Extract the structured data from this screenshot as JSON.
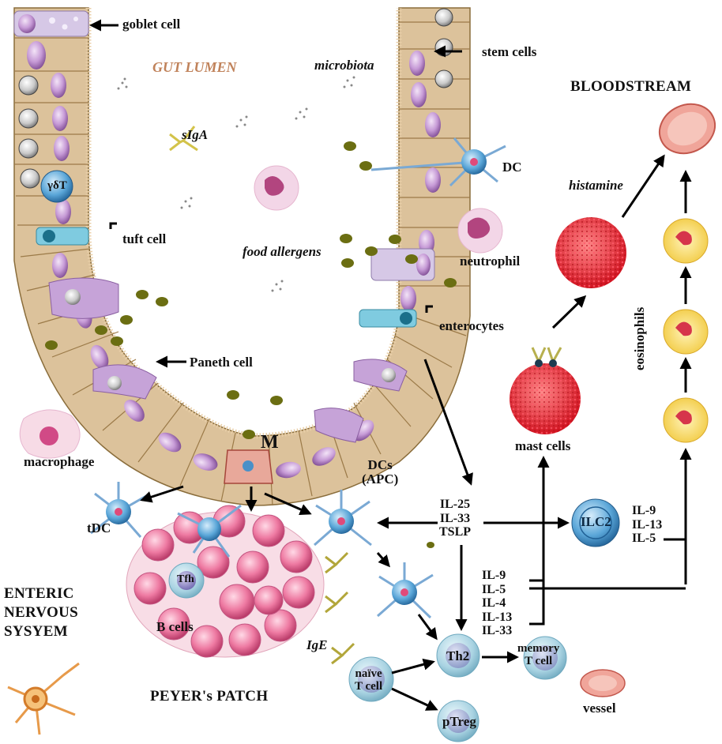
{
  "labels": {
    "goblet_cell": "goblet cell",
    "gut_lumen": "GUT LUMEN",
    "microbiota": "microbiota",
    "stem_cells": "stem cells",
    "bloodstream": "BLOODSTREAM",
    "siga": "sIgA",
    "gamma_delta_t": "γδT",
    "dc": "DC",
    "histamine": "histamine",
    "tuft_cell": "tuft cell",
    "food_allergens": "food allergens",
    "neutrophil": "neutrophil",
    "enterocytes": "enterocytes",
    "eosinophils": "eosinophils",
    "paneth_cell": "Paneth cell",
    "macrophage": "macrophage",
    "m_cell": "M",
    "dcs_apc_line1": "DCs",
    "dcs_apc_line2": "(APC)",
    "mast_cells": "mast cells",
    "tdc": "tDC",
    "ilc2": "ILC2",
    "tfh": "Tfh",
    "b_cells": "B cells",
    "enteric_line1": "ENTERIC",
    "enteric_line2": "NERVOUS",
    "enteric_line3": "SYSYEM",
    "ige": "IgE",
    "naive_line1": "naïve",
    "naive_line2": "T cell",
    "th2": "Th2",
    "memory_line1": "memory",
    "memory_line2": "T cell",
    "peyers_patch": "PEYER's PATCH",
    "ptreg": "pTreg",
    "vessel": "vessel"
  },
  "cytokines": {
    "epithelial": [
      "IL-25",
      "IL-33",
      "TSLP"
    ],
    "ilc2": [
      "IL-9",
      "IL-13",
      "IL-5"
    ],
    "th2": [
      "IL-9",
      "IL-5",
      "IL-4",
      "IL-13",
      "IL-33"
    ]
  },
  "colors": {
    "enterocyte": "#d8bf98",
    "enterocyte_border": "#8a6d3b",
    "nucleus": "#b888c8",
    "goblet": "#c9b8dc",
    "tuft": "#6cc3d6",
    "dc": "#4a90c8",
    "b_cell": "#ea6f9a",
    "mast_cell": "#e0242f",
    "eosinophil": "#f2d24a",
    "allergen": "#6b6e12",
    "lymph": "#b7dce8",
    "arrow": "#000000"
  }
}
